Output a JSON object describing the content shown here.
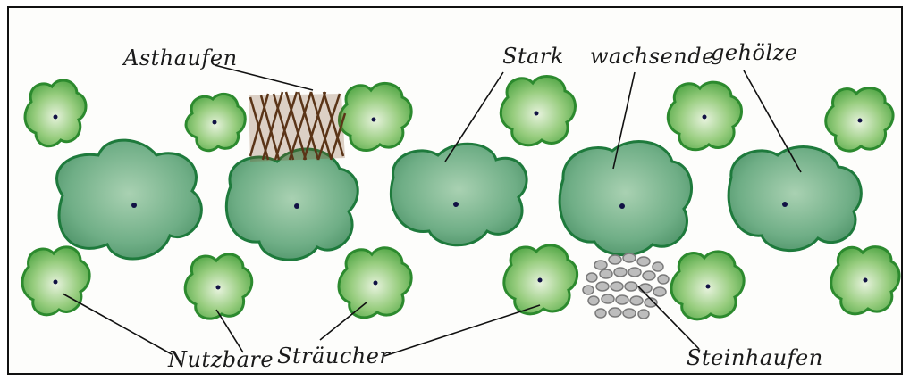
{
  "labels": {
    "asthaufen": "Asthaufen",
    "stark": "Stark",
    "wachsende": "wachsende",
    "gehoelze": "gehölze",
    "nutzbare": "Nutzbare",
    "straeucher": "Sträucher",
    "steinhaufen": "Steinhaufen"
  },
  "colors": {
    "large_tree_fill": "#6fae86",
    "large_tree_outline": "#1e7a3c",
    "shrub_fill": "#86c56e",
    "shrub_outline": "#2c8a2e",
    "branch_pile": "#5a3417",
    "stones": "#9e9e9e",
    "lines": "#111111"
  },
  "icons": {
    "large_tree": "tree-crown-icon",
    "shrub": "shrub-icon",
    "branch_pile": "branch-pile-icon",
    "stone_pile": "stone-pile-icon"
  }
}
